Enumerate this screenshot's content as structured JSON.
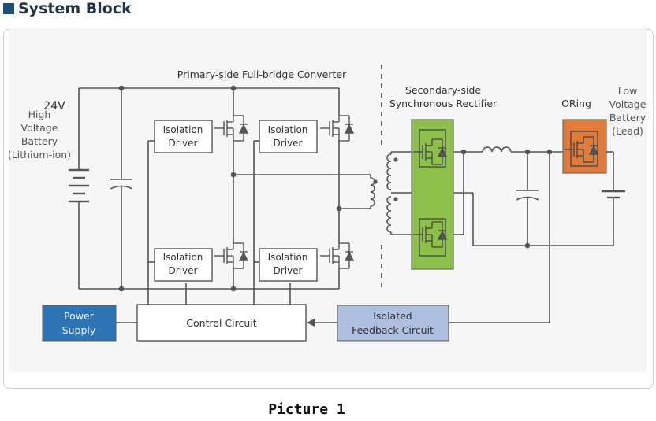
{
  "header": {
    "title": "System Block"
  },
  "caption": "Picture 1",
  "labels": {
    "hv_voltage": "24V",
    "hv_line1": "High",
    "hv_line2": "Voltage",
    "hv_line3": "Battery",
    "hv_line4": "(Lithium-ion)",
    "primary_title": "Primary-side Full-bridge Converter",
    "secondary_line1": "Secondary-side",
    "secondary_line2": "Synchronous Rectifier",
    "oring": "ORing",
    "lv_line1": "Low",
    "lv_line2": "Voltage",
    "lv_line3": "Battery",
    "lv_line4": "(Lead)",
    "iso_line1": "Isolation",
    "iso_line2": "Driver",
    "control": "Control Circuit",
    "power_line1": "Power",
    "power_line2": "Supply",
    "feedback_line1": "Isolated",
    "feedback_line2": "Feedback  Circuit"
  },
  "colors": {
    "wire": "#555555",
    "rectifier_green": "#8cc04b",
    "oring_orange": "#e07b39",
    "power_blue": "#2e75b6",
    "feedback_blue": "#aebfdf",
    "header_blue": "#1f4e79"
  }
}
